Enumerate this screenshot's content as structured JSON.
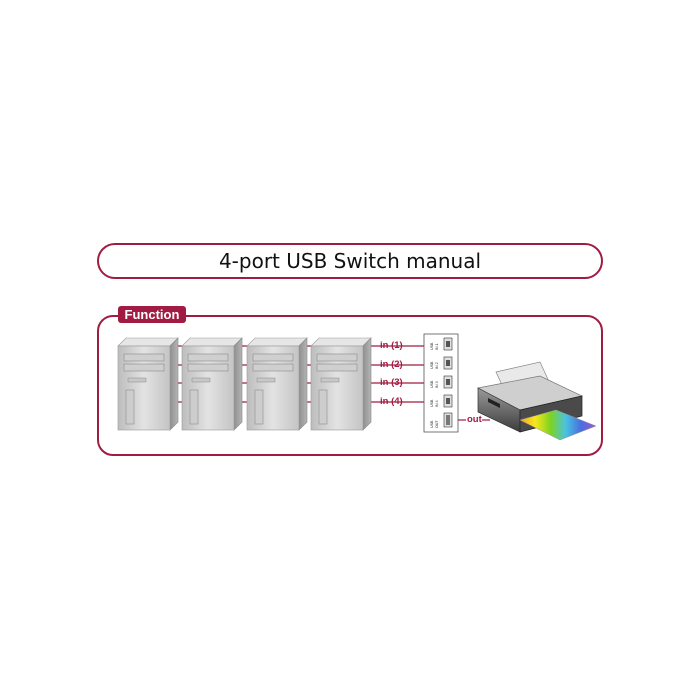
{
  "title": "4-port USB Switch manual",
  "section_tag": "Function",
  "inputs": [
    {
      "label": "in (1)",
      "port_text": [
        "USB",
        "IN 1"
      ]
    },
    {
      "label": "in (2)",
      "port_text": [
        "USB",
        "IN 2"
      ]
    },
    {
      "label": "in (3)",
      "port_text": [
        "USB",
        "IN 3"
      ]
    },
    {
      "label": "in (4)",
      "port_text": [
        "USB",
        "IN 4"
      ]
    }
  ],
  "output": {
    "label": "out",
    "port_text": [
      "USB",
      "OUT"
    ]
  },
  "computers": [
    "computer-1",
    "computer-2",
    "computer-3",
    "computer-4"
  ],
  "colors": {
    "accent": "#a01c42",
    "case_light": "#d4d4d4",
    "case_dark": "#9a9a9a"
  }
}
